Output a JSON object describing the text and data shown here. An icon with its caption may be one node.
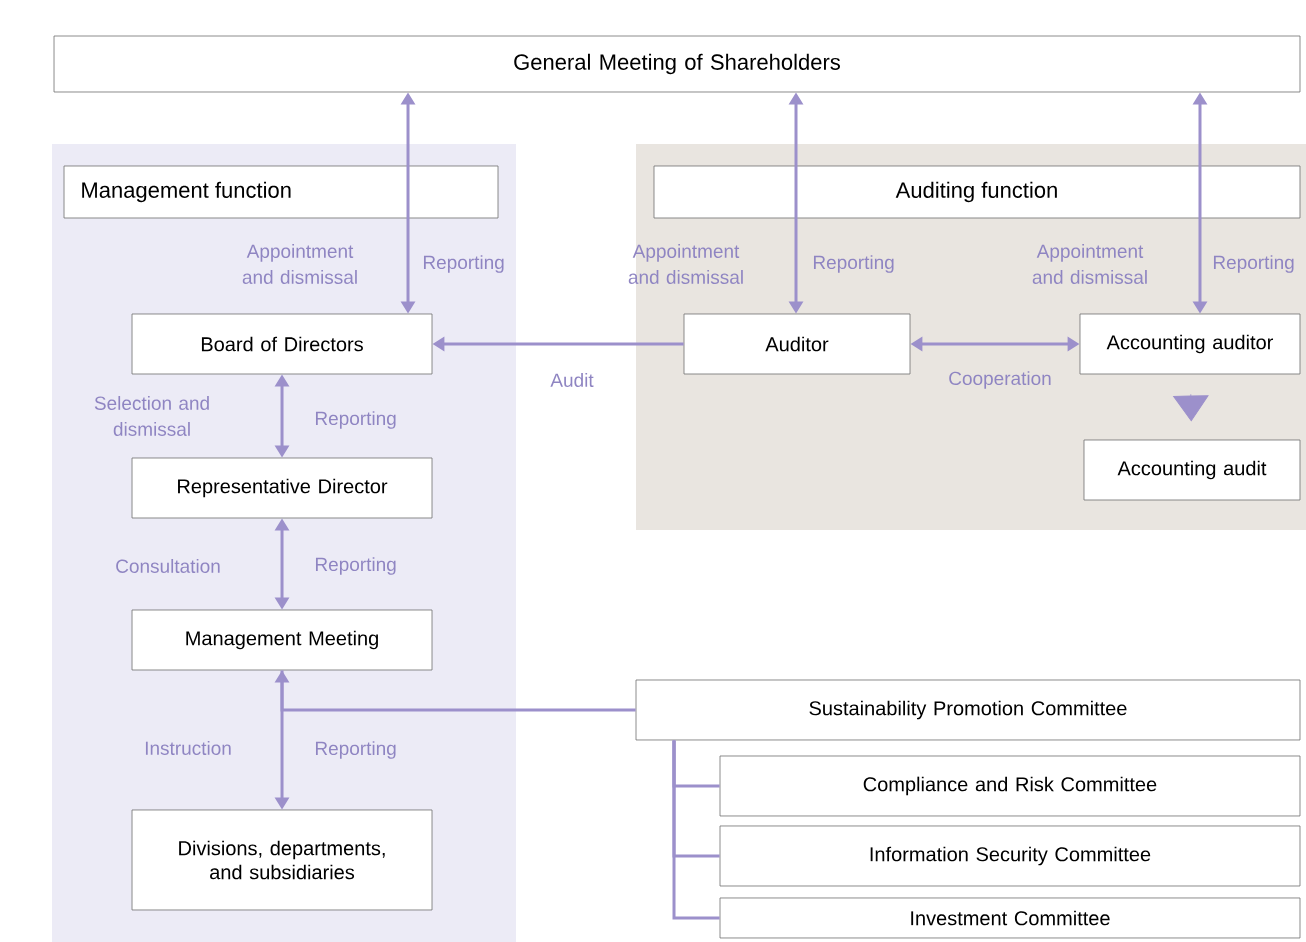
{
  "diagram": {
    "nodes": [
      {
        "text": [
          "General Meeting of Shareholders"
        ]
      },
      {
        "text": [
          "Management function"
        ]
      },
      {
        "text": [
          "Auditing function"
        ]
      },
      {
        "text": [
          "Board of Directors"
        ],
        "in": 1
      },
      {
        "text": [
          "Representative Director"
        ],
        "in": 1
      },
      {
        "text": [
          "Management Meeting"
        ],
        "in": 1
      },
      {
        "text": [
          "Divisions, departments, and subsidiaries"
        ],
        "in": 1
      },
      {
        "text": [
          "Auditor"
        ],
        "in": 2
      },
      {
        "text": [
          "Accounting auditor"
        ],
        "in": 2
      },
      {
        "text": [
          "Accounting audit"
        ],
        "in": 2
      },
      {
        "text": [
          "Sustainability Promotion Committee"
        ]
      },
      {
        "text": [
          "Compliance and Risk Committee"
        ]
      },
      {
        "text": [
          "Information Security Committee"
        ]
      },
      {
        "text": [
          "Investment Committee"
        ]
      }
    ],
    "edges": [
      {
        "from": 0,
        "to": 3,
        "arrow": "both",
        "label": "Appointment and dismissal"
      },
      {
        "from": 0,
        "to": 7,
        "arrow": "both",
        "label": "Appointment and dismissal"
      },
      {
        "from": 0,
        "to": 8,
        "arrow": "both",
        "label": "Appointment and dismissal"
      },
      {
        "from": 7,
        "to": 3,
        "arrow": "to",
        "label": "Audit"
      },
      {
        "from": 7,
        "to": 8,
        "arrow": "both",
        "label": "Cooperation"
      },
      {
        "from": 8,
        "to": 9,
        "arrow": "to"
      },
      {
        "from": 3,
        "to": 4,
        "arrow": "both",
        "label": "Selection and dismissal"
      },
      {
        "from": 4,
        "to": 5,
        "arrow": "both",
        "label": "Consultation"
      },
      {
        "from": 5,
        "to": 6,
        "arrow": "both",
        "label": "Instruction"
      },
      {
        "from": 10,
        "to": 5,
        "arrow": "none"
      },
      {
        "from": 10,
        "to": 11,
        "arrow": "none"
      },
      {
        "from": 10,
        "to": 12,
        "arrow": "none"
      },
      {
        "from": 10,
        "to": 13,
        "arrow": "none"
      }
    ],
    "labels": [
      "Reporting",
      "Reporting",
      "Reporting",
      "Reporting",
      "Reporting",
      "Reporting"
    ]
  }
}
